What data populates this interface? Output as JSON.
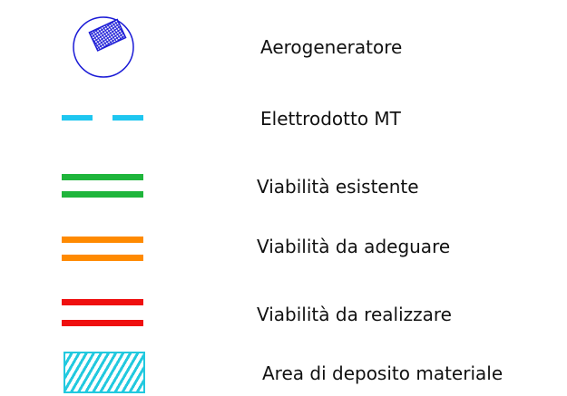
{
  "legend": {
    "items": [
      {
        "id": "aerogeneratore",
        "label": "Aerogeneratore",
        "icon": "wind-turbine-symbol",
        "color": "#1a1ad6"
      },
      {
        "id": "elettrodotto",
        "label": "Elettrodotto MT",
        "icon": "dashed-line",
        "color": "#1ec6f0"
      },
      {
        "id": "viabilita-esistente",
        "label": "Viabilità esistente",
        "icon": "double-line",
        "color": "#1fb53b"
      },
      {
        "id": "viabilita-adeguare",
        "label": "Viabilità da adeguare",
        "icon": "double-line",
        "color": "#ff8a00"
      },
      {
        "id": "viabilita-realizzare",
        "label": "Viabilità da realizzare",
        "icon": "double-line",
        "color": "#ef1010"
      },
      {
        "id": "area-deposito",
        "label": "Area di deposito materiale",
        "icon": "hatched-box",
        "color": "#22c9df"
      }
    ]
  }
}
